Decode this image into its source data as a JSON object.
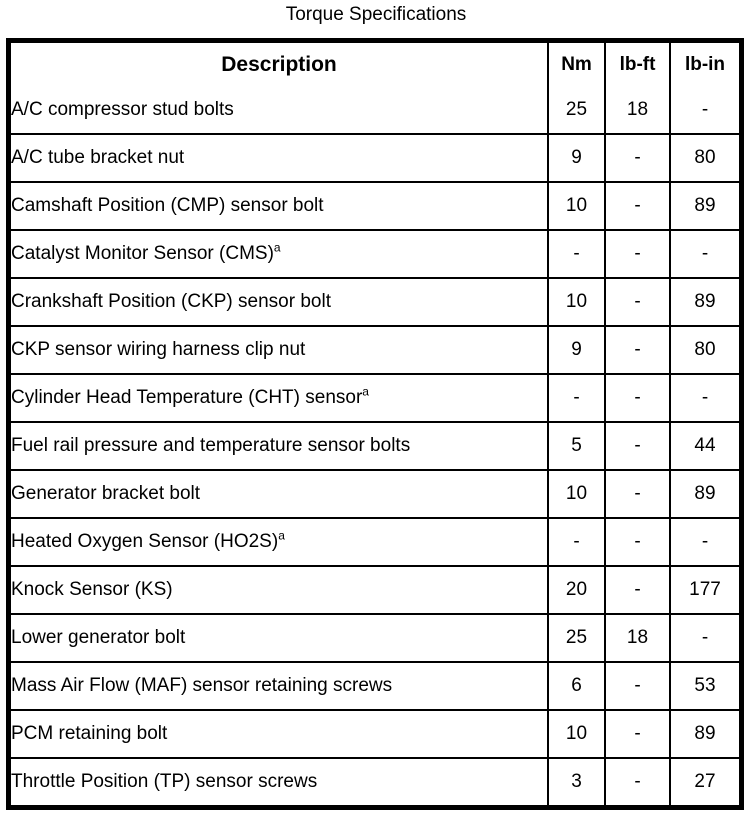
{
  "title": "Torque Specifications",
  "table": {
    "columns": [
      {
        "key": "description",
        "label": "Description",
        "align": "left"
      },
      {
        "key": "nm",
        "label": "Nm",
        "align": "center"
      },
      {
        "key": "lb_ft",
        "label": "lb-ft",
        "align": "center"
      },
      {
        "key": "lb_in",
        "label": "lb-in",
        "align": "center"
      }
    ],
    "footnote_marker": "a",
    "rows": [
      {
        "description": "A/C compressor stud bolts",
        "footnote": "",
        "nm": "25",
        "lb_ft": "18",
        "lb_in": "-"
      },
      {
        "description": "A/C tube bracket nut",
        "footnote": "",
        "nm": "9",
        "lb_ft": "-",
        "lb_in": "80"
      },
      {
        "description": "Camshaft Position (CMP) sensor bolt",
        "footnote": "",
        "nm": "10",
        "lb_ft": "-",
        "lb_in": "89"
      },
      {
        "description": "Catalyst Monitor Sensor (CMS)",
        "footnote": "a",
        "nm": "-",
        "lb_ft": "-",
        "lb_in": "-"
      },
      {
        "description": "Crankshaft Position (CKP) sensor bolt",
        "footnote": "",
        "nm": "10",
        "lb_ft": "-",
        "lb_in": "89"
      },
      {
        "description": "CKP sensor wiring harness clip nut",
        "footnote": "",
        "nm": "9",
        "lb_ft": "-",
        "lb_in": "80"
      },
      {
        "description": "Cylinder Head Temperature (CHT) sensor",
        "footnote": "a",
        "nm": "-",
        "lb_ft": "-",
        "lb_in": "-"
      },
      {
        "description": "Fuel rail pressure and temperature sensor bolts",
        "footnote": "",
        "nm": "5",
        "lb_ft": "-",
        "lb_in": "44"
      },
      {
        "description": "Generator bracket bolt",
        "footnote": "",
        "nm": "10",
        "lb_ft": "-",
        "lb_in": "89"
      },
      {
        "description": "Heated Oxygen Sensor (HO2S)",
        "footnote": "a",
        "nm": "-",
        "lb_ft": "-",
        "lb_in": "-"
      },
      {
        "description": "Knock Sensor (KS)",
        "footnote": "",
        "nm": "20",
        "lb_ft": "-",
        "lb_in": "177"
      },
      {
        "description": "Lower generator bolt",
        "footnote": "",
        "nm": "25",
        "lb_ft": "18",
        "lb_in": "-"
      },
      {
        "description": "Mass Air Flow (MAF) sensor retaining screws",
        "footnote": "",
        "nm": "6",
        "lb_ft": "-",
        "lb_in": "53"
      },
      {
        "description": "PCM retaining bolt",
        "footnote": "",
        "nm": "10",
        "lb_ft": "-",
        "lb_in": "89"
      },
      {
        "description": "Throttle Position (TP) sensor screws",
        "footnote": "",
        "nm": "3",
        "lb_ft": "-",
        "lb_in": "27"
      }
    ]
  },
  "colors": {
    "text": "#000000",
    "background": "#ffffff",
    "border": "#000000"
  }
}
